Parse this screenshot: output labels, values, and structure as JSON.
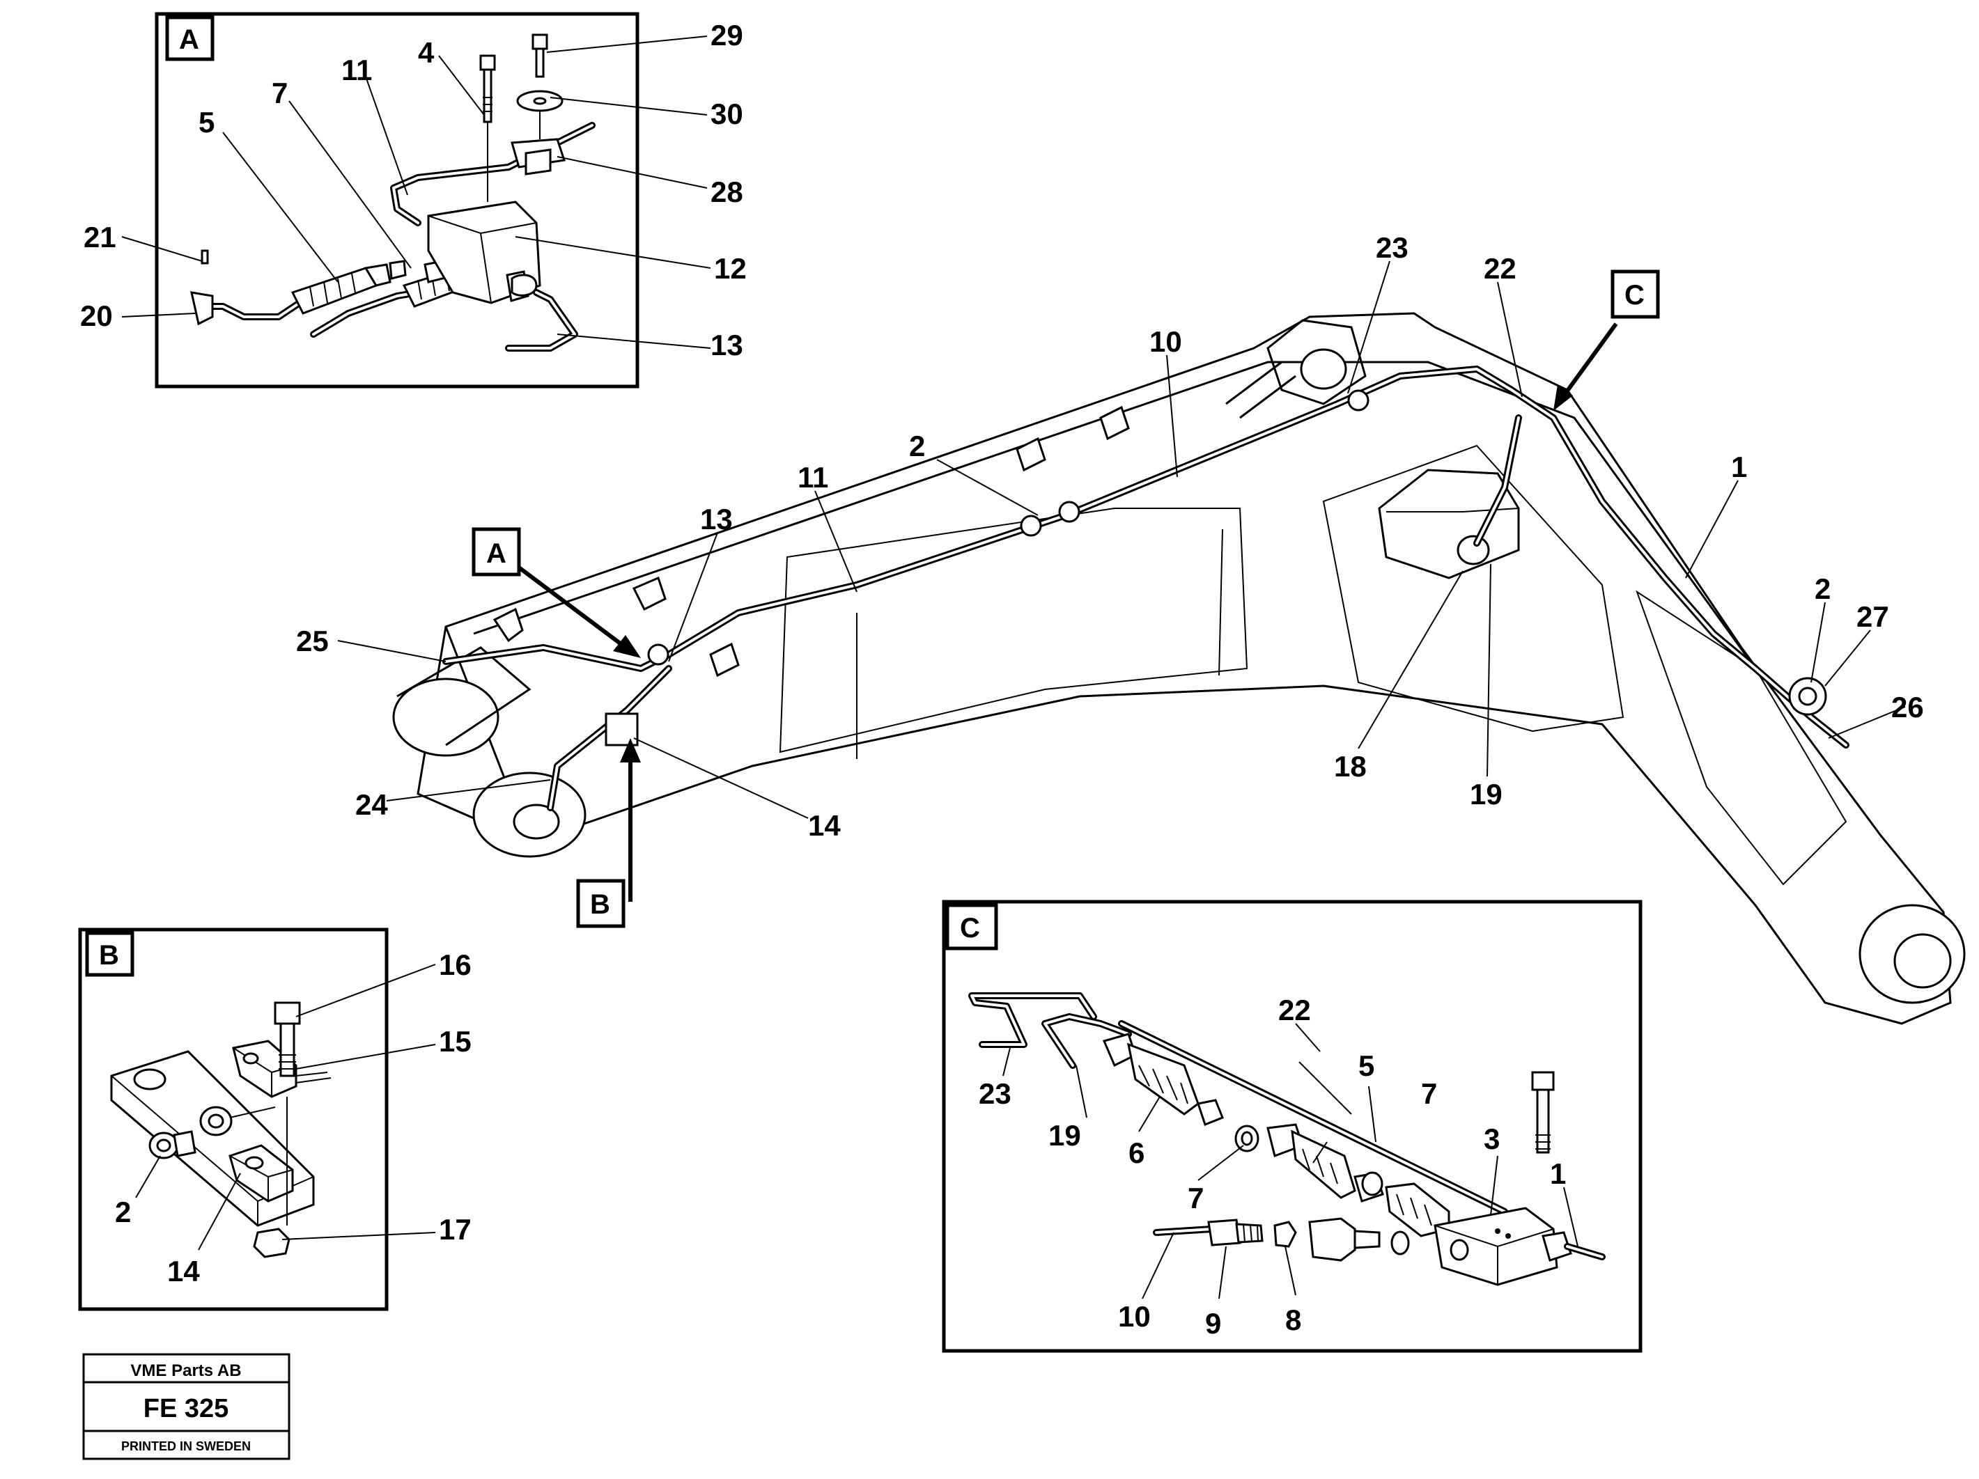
{
  "detail_views": {
    "A": {
      "label": "A",
      "callouts": [
        "29",
        "4",
        "11",
        "30",
        "7",
        "5",
        "28",
        "21",
        "12",
        "20",
        "13"
      ]
    },
    "B": {
      "label": "B",
      "callouts": [
        "16",
        "15",
        "2",
        "14",
        "17"
      ]
    },
    "C": {
      "label": "C",
      "callouts": [
        "22",
        "5",
        "7",
        "23",
        "19",
        "6",
        "3",
        "1",
        "7",
        "10",
        "9",
        "8"
      ]
    }
  },
  "main_view": {
    "markers": [
      "A",
      "B",
      "C"
    ],
    "callouts": [
      "23",
      "22",
      "10",
      "1",
      "2",
      "11",
      "13",
      "2",
      "27",
      "25",
      "26",
      "18",
      "19",
      "24",
      "14"
    ]
  },
  "stamp": {
    "company": "VME Parts AB",
    "code": "FE 325",
    "footer": "PRINTED IN SWEDEN"
  }
}
